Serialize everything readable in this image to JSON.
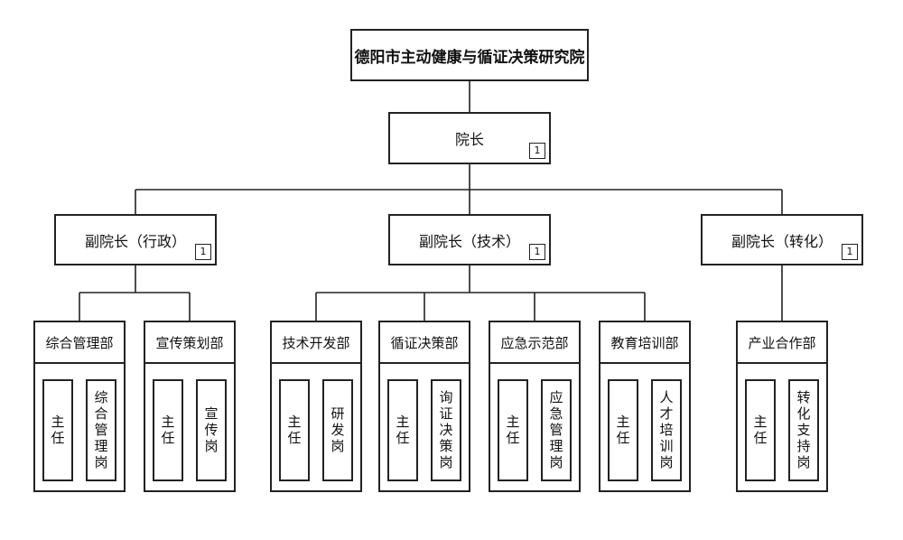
{
  "org_title": "德阳市主动健康与循证决策研究院",
  "president": {
    "label": "院长",
    "badge": "1"
  },
  "vice_presidents": [
    {
      "id": "admin",
      "label": "副院长（行政）",
      "badge": "1"
    },
    {
      "id": "tech",
      "label": "副院长（技术）",
      "badge": "1"
    },
    {
      "id": "transform",
      "label": "副院长（转化）",
      "badge": "1"
    }
  ],
  "departments": [
    {
      "id": "general",
      "vp": "admin",
      "label": "综合管理部",
      "posts": [
        "主任",
        "综合管理岗"
      ]
    },
    {
      "id": "publicity",
      "vp": "admin",
      "label": "宣传策划部",
      "posts": [
        "主任",
        "宣传岗"
      ]
    },
    {
      "id": "techdev",
      "vp": "tech",
      "label": "技术开发部",
      "posts": [
        "主任",
        "研发岗"
      ]
    },
    {
      "id": "evidence",
      "vp": "tech",
      "label": "循证决策部",
      "posts": [
        "主任",
        "询证决策岗"
      ]
    },
    {
      "id": "demo",
      "vp": "tech",
      "label": "应急示范部",
      "posts": [
        "主任",
        "应急管理岗"
      ]
    },
    {
      "id": "training",
      "vp": "tech",
      "label": "教育培训部",
      "posts": [
        "主任",
        "人才培训岗"
      ]
    },
    {
      "id": "industry",
      "vp": "transform",
      "label": "产业合作部",
      "posts": [
        "主任",
        "转化支持岗"
      ]
    }
  ]
}
